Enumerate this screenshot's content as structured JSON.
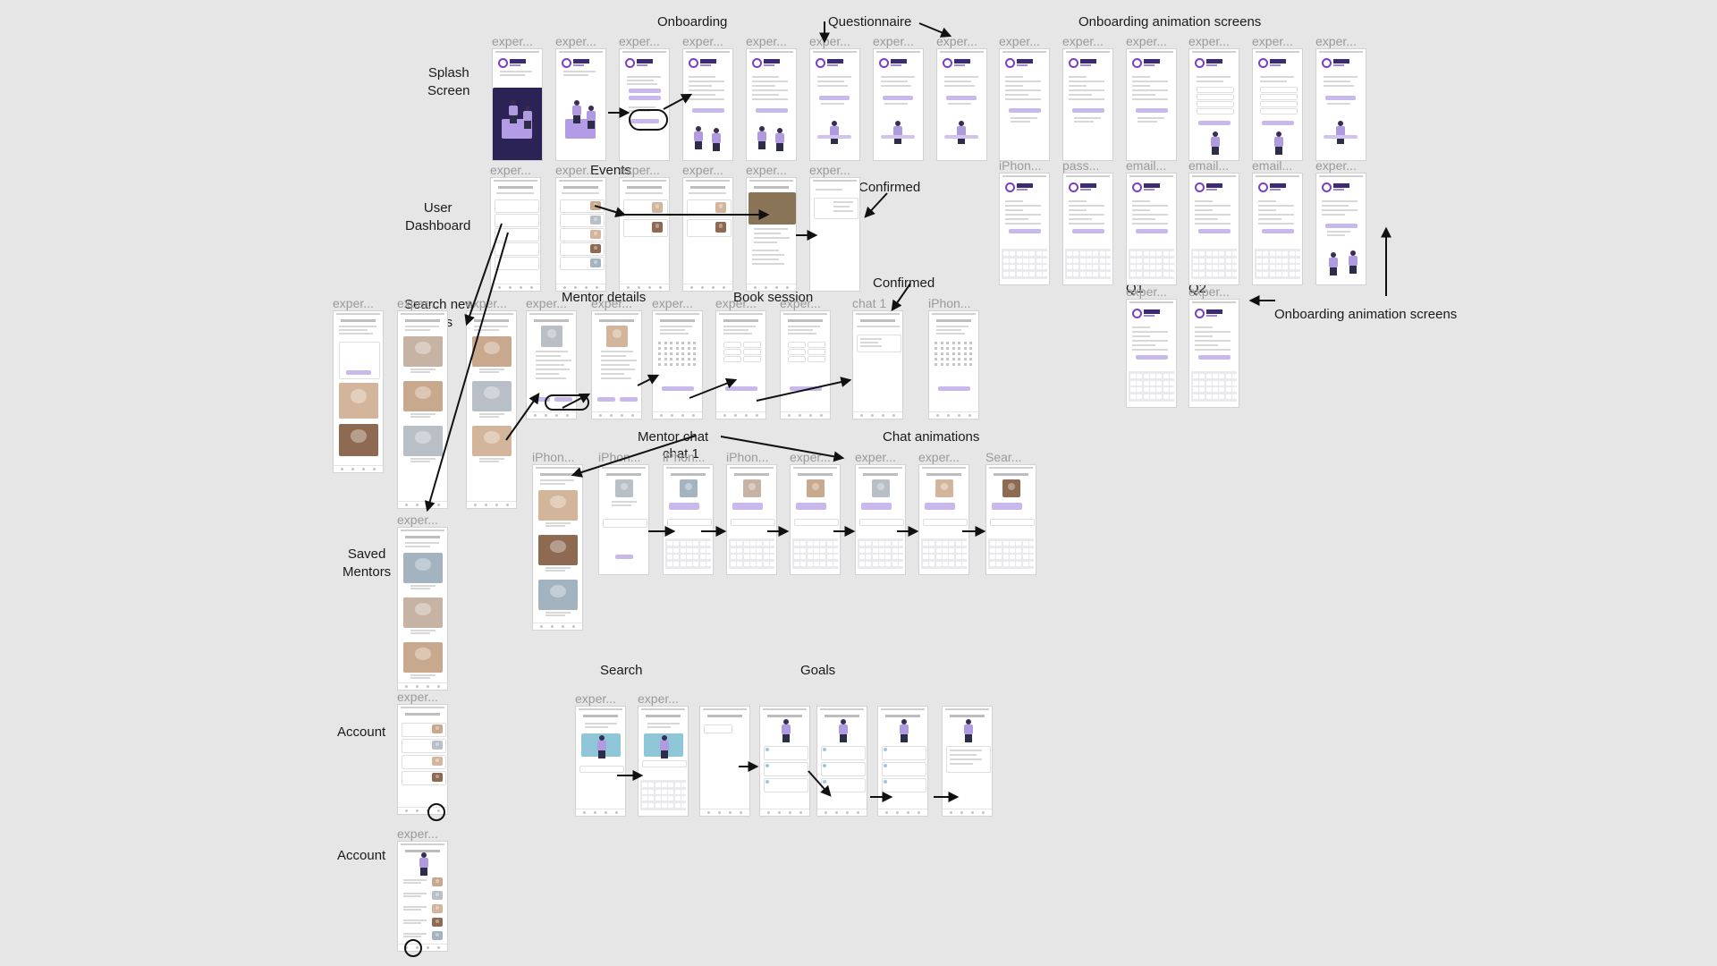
{
  "canvas": {
    "background": "#e6e6e6",
    "accent": "#7a3fc7",
    "button": "#c8b8ec"
  },
  "section_labels": [
    "Onboarding",
    "Questionnaire",
    "Onboarding animation screens",
    "Splash\nScreen",
    "Events",
    "Confirmed",
    "User\nDashboard",
    "Search new\nmentors",
    "Mentor details",
    "Book session",
    "Confirmed",
    "Onboarding animation screens",
    "Q1",
    "Q2",
    "Mentor chat",
    "Chat animations",
    "chat 1",
    "Saved\nMentors",
    "Search",
    "Goals",
    "Account",
    "Account"
  ],
  "frame_titles": [
    "exper...",
    "exper...",
    "exper...",
    "exper...",
    "exper...",
    "exper...",
    "exper...",
    "exper...",
    "exper...",
    "exper...",
    "exper...",
    "exper...",
    "exper...",
    "exper...",
    "iPhon...",
    "pass...",
    "email...",
    "email...",
    "email...",
    "exper...",
    "exper...",
    "exper...",
    "exper...",
    "exper...",
    "exper...",
    "exper...",
    "exper...",
    "exper...",
    "exper...",
    "exper...",
    "exper...",
    "exper...",
    "exper...",
    "exper...",
    "exper...",
    "exper...",
    "chat 1",
    "iPhon...",
    "iPhon...",
    "iPhon...",
    "iPhon...",
    "iPhon...",
    "exper...",
    "exper...",
    "exper...",
    "Sear...",
    "exper...",
    "exper...",
    "exper...",
    "exper...",
    "exper..."
  ],
  "frame_kinds": [
    "splash-art",
    "splash-art",
    "welcome-buttons",
    "form-illustration",
    "form-illustration",
    "questionnaire-figure",
    "questionnaire-figure",
    "questionnaire-figure",
    "login-form",
    "login-form",
    "login-form",
    "questionnaire",
    "questionnaire",
    "questionnaire-figure",
    "keyboard-form",
    "keyboard-form",
    "keyboard-form",
    "keyboard-form",
    "keyboard-form",
    "illustration",
    "keyboard-form",
    "keyboard-form",
    "dashboard-list",
    "event-list",
    "event-cards",
    "event-cards",
    "event-photo",
    "confirmed",
    "mentor-list",
    "mentor-photos",
    "mentor-photos",
    "mentor-profile",
    "mentor-profile",
    "calendar",
    "time-slots",
    "time-slots",
    "dashboard-confirmed",
    "calendar",
    "mentor-photos",
    "chat-empty",
    "chat-keyboard",
    "chat-keyboard",
    "chat-keyboard",
    "chat-keyboard",
    "chat-keyboard",
    "chat-keyboard",
    "mentor-photos",
    "account-list",
    "blog-list",
    "search-illustration",
    "search-keyboard",
    "search-result",
    "goals-list",
    "goals-list",
    "goals-list",
    "goals-form"
  ]
}
